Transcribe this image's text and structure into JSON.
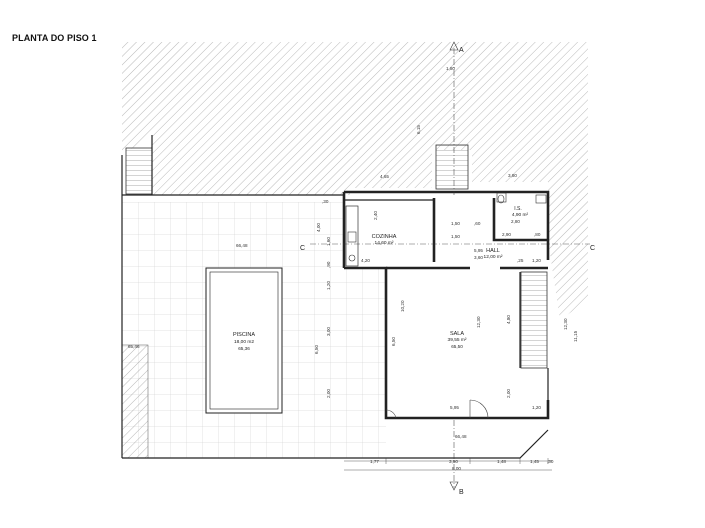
{
  "title": "PLANTA DO PISO 1",
  "rooms": {
    "cozinha": {
      "name": "COZINHA",
      "area": "14,60 m²"
    },
    "ls": {
      "name": "I.S.",
      "area": "4,90 m²",
      "extra": "2,80"
    },
    "hall": {
      "name": "HALL",
      "area": "12,00 m²",
      "d1": "5,95",
      "d2": "3,60"
    },
    "sala": {
      "name": "SALA",
      "area": "39,55 m²",
      "level": "65,50"
    },
    "piscina": {
      "name": "PISCINA",
      "area": "18,00 m2",
      "level": "65,36"
    }
  },
  "levels": {
    "terrace": "66,48",
    "left": "65,46",
    "bottom": "66,48"
  },
  "section_marks": {
    "a": "A",
    "b": "B",
    "c": "C"
  },
  "dims": {
    "top_180": "1,80",
    "d_615": "6,15",
    "d_465": "4,65",
    "d_380": "3,80",
    "d_240": "2,40",
    "d_150a": "1,50",
    "d_150b": "1,50",
    "d_050": ",60",
    "d_290": "2,90",
    "d_080": ",80",
    "d_420": "4,20",
    "d_400": "4,00",
    "d_160": "1,60",
    "d_090": ",90",
    "d_120a": "1,20",
    "d_120b": "1,20",
    "d_120c": "1,20",
    "d_300": "3,00",
    "d_200": "2,00",
    "d_1020": "10,20",
    "d_650": "6,50",
    "d_1230a": "12,30",
    "d_1230b": "12,30",
    "d_480": "4,80",
    "d_1115": "11,15",
    "d_595": "5,95",
    "d_200b": "2,00",
    "d_025": ",25",
    "d_850": "8,50",
    "d_030": ",30",
    "b_177": "1,77",
    "b_350": "3,50",
    "b_148": "1,48",
    "b_145": "1,45",
    "b_030": ",30",
    "b_800": "8,00"
  }
}
